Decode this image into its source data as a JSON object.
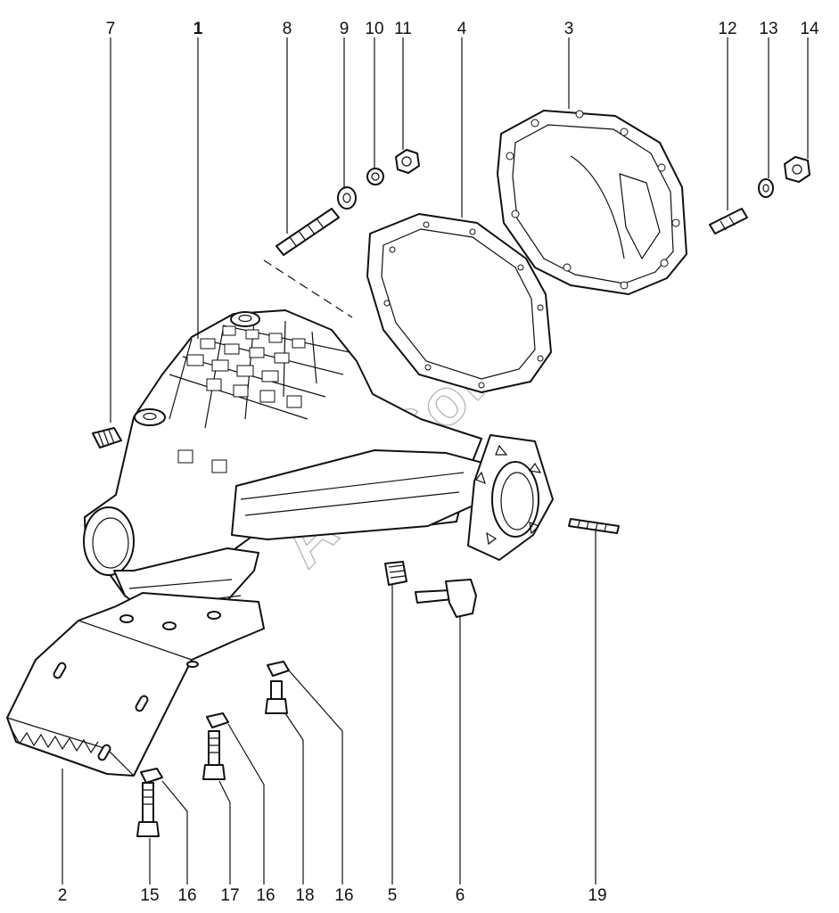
{
  "watermark": "AutoSoft",
  "callouts": {
    "c1": "1",
    "c2": "2",
    "c3": "3",
    "c4": "4",
    "c5": "5",
    "c6": "6",
    "c7": "7",
    "c8": "8",
    "c9": "9",
    "c10": "10",
    "c11": "11",
    "c12": "12",
    "c13": "13",
    "c14": "14",
    "c15": "15",
    "c16a": "16",
    "c16b": "16",
    "c16c": "16",
    "c17": "17",
    "c18": "18",
    "c19": "19"
  },
  "colors": {
    "line": "#111111",
    "background": "#ffffff",
    "watermark": "#b9b9b9"
  }
}
